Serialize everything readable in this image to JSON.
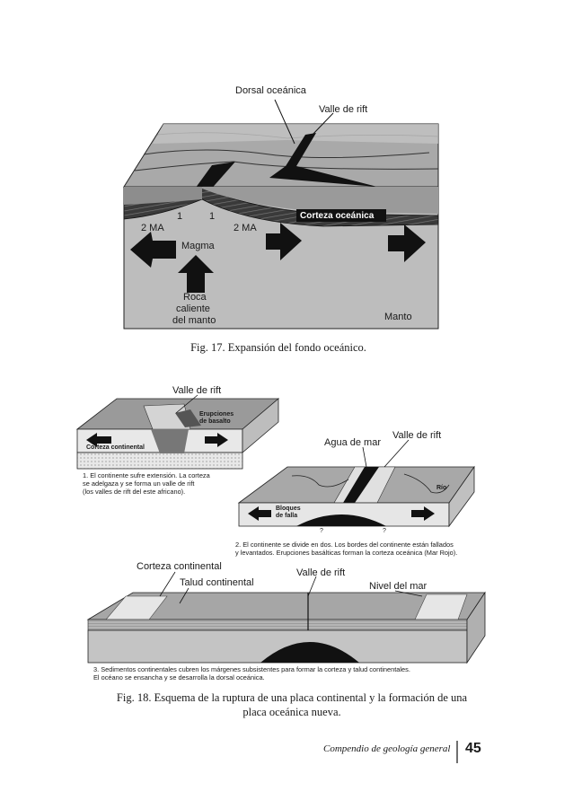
{
  "fig17": {
    "labels": {
      "dorsal": "Dorsal oceánica",
      "valle": "Valle de rift",
      "corteza": "Corteza oceánica",
      "left_age": "2 MA",
      "left_one": "1",
      "right_one": "1",
      "right_age": "2 MA",
      "magma": "Magma",
      "roca": [
        "Roca",
        "caliente",
        "del manto"
      ],
      "manto": "Manto"
    },
    "caption": "Fig. 17. Expansión del fondo oceánico."
  },
  "fig18": {
    "panel1": {
      "valle": "Valle de rift",
      "erupciones": [
        "Erupciones",
        "de basalto"
      ],
      "corteza": "Corteza continental",
      "caption": [
        "1. El continente sufre extensión. La corteza",
        "se adelgaza y se forma un valle de rift",
        "(los valles de rift del este africano)."
      ]
    },
    "panel2": {
      "agua": "Agua de mar",
      "valle": "Valle de rift",
      "rio": "Río",
      "bloques": [
        "Bloques",
        "de falla"
      ],
      "q": "?",
      "caption": [
        "2. El continente se divide en dos. Los bordes del continente están fallados",
        "y levantados. Erupciones basálticas forman la corteza oceánica (Mar Rojo)."
      ]
    },
    "panel3": {
      "corteza": "Corteza continental",
      "talud": "Talud continental",
      "valle": "Valle de rift",
      "nivel": "Nivel del mar",
      "caption": [
        "3. Sedimentos continentales cubren los márgenes subsistentes para formar la corteza y talud continentales.",
        "El océano se ensancha y se desarrolla la dorsal oceánica."
      ]
    },
    "caption": [
      "Fig. 18. Esquema de la ruptura de una placa continental y la formación de una",
      "placa oceánica nueva."
    ]
  },
  "footer": {
    "title": "Compendio de geología general",
    "page": "45"
  }
}
